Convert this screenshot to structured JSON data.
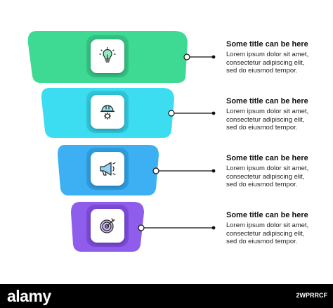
{
  "steps": [
    {
      "title": "Some title can be here",
      "line1": "Lorem ipsum dolor sit amet,",
      "line2": "consectetur adipiscing elit,",
      "line3": "sed do eiusmod tempor.",
      "color": "#3ED993",
      "icon": "lightbulb-icon"
    },
    {
      "title": "Some title can be here",
      "line1": "Lorem ipsum dolor sit amet,",
      "line2": "consectetur adipiscing elit,",
      "line3": "sed do eiusmod tempor.",
      "color": "#3CDDF0",
      "icon": "hard-hat-gear-icon"
    },
    {
      "title": "Some title can be here",
      "line1": "Lorem ipsum dolor sit amet,",
      "line2": "consectetur adipiscing elit,",
      "line3": "sed do eiusmod tempor.",
      "color": "#3CB0F2",
      "icon": "megaphone-icon"
    },
    {
      "title": "Some title can be here",
      "line1": "Lorem ipsum dolor sit amet,",
      "line2": "consectetur adipiscing elit,",
      "line3": "sed do eiusmod tempor.",
      "color": "#8F5DEB",
      "icon": "target-icon"
    }
  ],
  "footer": {
    "logo": "alamy",
    "image_id": "2WPRRCF"
  }
}
